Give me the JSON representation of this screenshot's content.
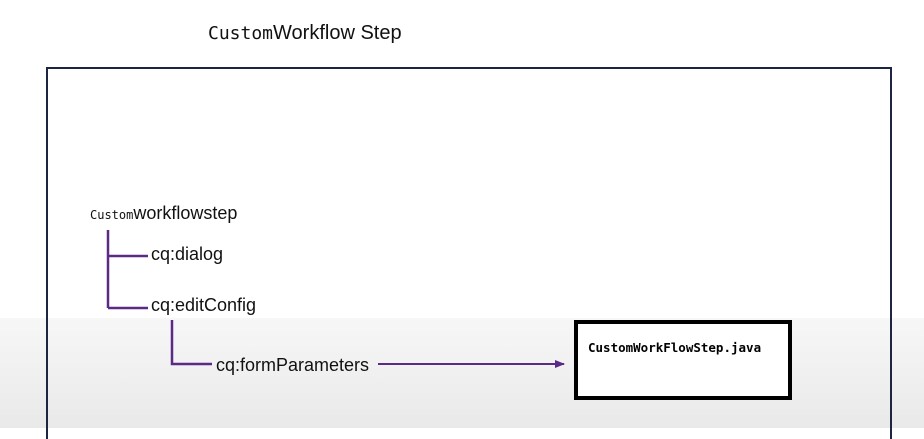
{
  "title": {
    "prefix": "Custom",
    "text": "Workflow Step"
  },
  "tree": {
    "root": {
      "prefix": "Custom",
      "text": "workflowstep"
    },
    "children": [
      "cq:dialog",
      "cq:editConfig"
    ],
    "grandchild": "cq:formParameters"
  },
  "target": {
    "label": "CustomWorkFlowStep.java"
  },
  "colors": {
    "connector": "#5b2a86",
    "frame": "#1c2541",
    "box_border": "#000000"
  }
}
